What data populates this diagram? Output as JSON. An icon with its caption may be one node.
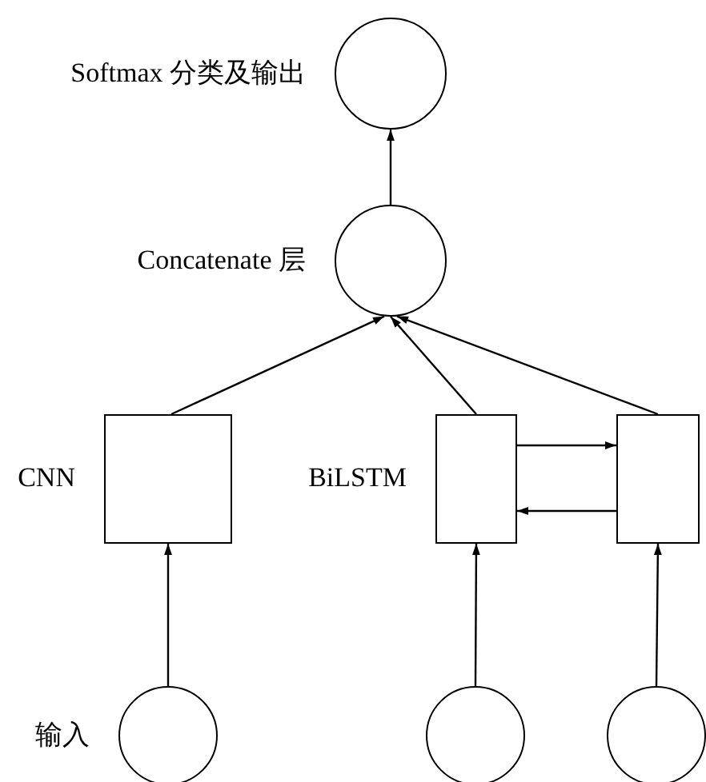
{
  "diagram": {
    "nodes": [
      {
        "text": [
          "Softmax 分类及输出"
        ]
      },
      {
        "text": [
          "Concatenate 层"
        ]
      },
      {
        "text": [
          "CNN"
        ]
      },
      {
        "text": [
          "BiLSTM"
        ]
      },
      {
        "text": [],
        "shape": "box"
      },
      {
        "text": [
          "输入"
        ]
      },
      {
        "text": [],
        "shape": "circle"
      },
      {
        "text": [],
        "shape": "circle"
      }
    ],
    "edges": [
      {
        "from": 1,
        "to": 0,
        "arrow": "to"
      },
      {
        "from": 2,
        "to": 1,
        "arrow": "to"
      },
      {
        "from": 3,
        "to": 1,
        "arrow": "to"
      },
      {
        "from": 4,
        "to": 1,
        "arrow": "to"
      },
      {
        "from": 3,
        "to": 4,
        "arrow": "to"
      },
      {
        "from": 4,
        "to": 3,
        "arrow": "to"
      },
      {
        "from": 5,
        "to": 2,
        "arrow": "to"
      },
      {
        "from": 6,
        "to": 3,
        "arrow": "to"
      },
      {
        "from": 7,
        "to": 4,
        "arrow": "to"
      }
    ]
  }
}
